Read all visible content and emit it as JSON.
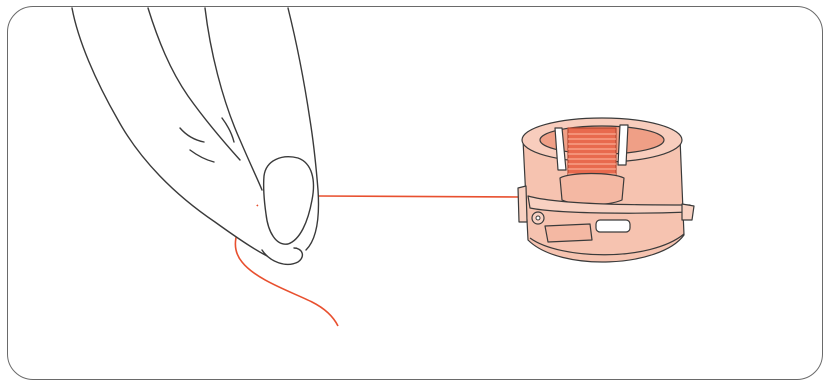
{
  "colors": {
    "frame": "#6a6a6a",
    "line": "#3a3a3a",
    "thread": "#e8502f",
    "case_fill": "#f6c3b0",
    "case_shade": "#ef9f86",
    "bobbin_thread": "#e86a4e",
    "background": "#ffffff"
  },
  "elements": {
    "hand": "hand-holding-thread",
    "thread": "bobbin-thread",
    "bobbin_case": "bobbin-case-with-bobbin"
  }
}
